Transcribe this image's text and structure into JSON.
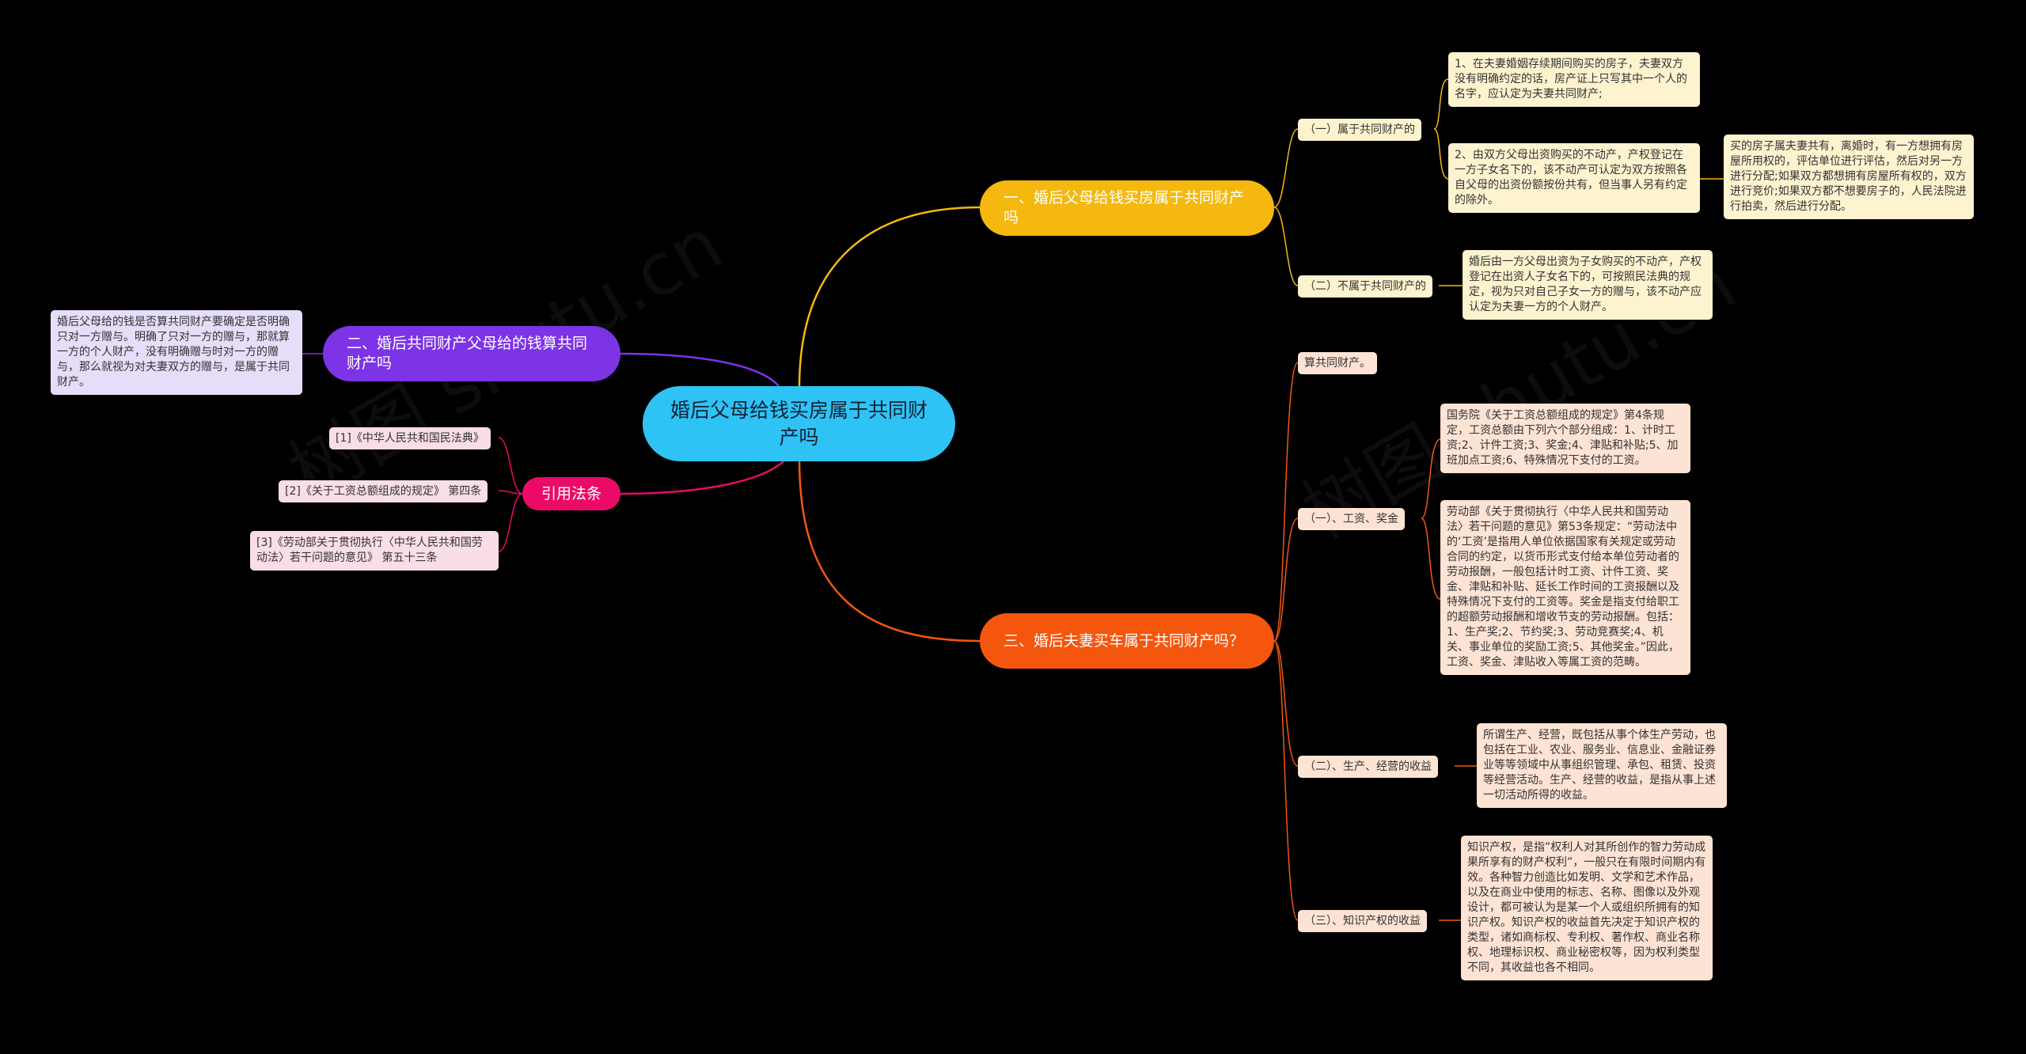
{
  "root": "婚后父母给钱买房属于共同财产吗",
  "branches": {
    "b1": {
      "title": "一、婚后父母给钱买房属于共同财产吗",
      "sub1": {
        "label": "（一）属于共同财产的",
        "item1": "1、在夫妻婚姻存续期间购买的房子，夫妻双方没有明确约定的话，房产证上只写其中一个人的名字，应认定为夫妻共同财产;",
        "item2": "2、由双方父母出资购买的不动产，产权登记在一方子女名下的，该不动产可认定为双方按照各自父母的出资份额按份共有，但当事人另有约定的除外。",
        "item2_note": "买的房子属夫妻共有，离婚时，有一方想拥有房屋所用权的，评估单位进行评估，然后对另一方进行分配;如果双方都想拥有房屋所有权的，双方进行竞价;如果双方都不想要房子的，人民法院进行拍卖，然后进行分配。"
      },
      "sub2": {
        "label": "（二）不属于共同财产的",
        "item1": "婚后由一方父母出资为子女购买的不动产，产权登记在出资人子女名下的，可按照民法典的规定，视为只对自己子女一方的赠与，该不动产应认定为夫妻一方的个人财产。"
      }
    },
    "b2": {
      "title": "二、婚后共同财产父母给的钱算共同财产吗",
      "item1": "婚后父母给的钱是否算共同财产要确定是否明确只对一方赠与。明确了只对一方的赠与，那就算一方的个人财产，没有明确赠与时对一方的赠与，那么就视为对夫妻双方的赠与，是属于共同财产。"
    },
    "b3": {
      "title": "三、婚后夫妻买车属于共同财产吗？",
      "top": "算共同财产。",
      "sub1": {
        "label": "（一）、工资、奖金",
        "item1": "国务院《关于工资总额组成的规定》第4条规定，工资总额由下列六个部分组成：1、计时工资;2、计件工资;3、奖金;4、津贴和补贴;5、加班加点工资;6、特殊情况下支付的工资。",
        "item2": "劳动部《关于贯彻执行〈中华人民共和国劳动法〉若干问题的意见》第53条规定：“劳动法中的‘工资’是指用人单位依据国家有关规定或劳动合同的约定，以货币形式支付给本单位劳动者的劳动报酬，一般包括计时工资、计件工资、奖金、津贴和补贴、延长工作时间的工资报酬以及特殊情况下支付的工资等。奖金是指支付给职工的超额劳动报酬和增收节支的劳动报酬。包括：1、生产奖;2、节约奖;3、劳动竞赛奖;4、机关、事业单位的奖励工资;5、其他奖金。”因此，工资、奖金、津贴收入等属工资的范畴。"
      },
      "sub2": {
        "label": "（二）、生产、经营的收益",
        "item1": "所谓生产、经营，既包括从事个体生产劳动，也包括在工业、农业、服务业、信息业、金融证券业等等领域中从事组织管理、承包、租赁、投资等经营活动。生产、经营的收益，是指从事上述一切活动所得的收益。"
      },
      "sub3": {
        "label": "（三）、知识产权的收益",
        "item1": "知识产权，是指”权利人对其所创作的智力劳动成果所享有的财产权利”，一般只在有限时间期内有效。各种智力创造比如发明、文学和艺术作品，以及在商业中使用的标志、名称、图像以及外观设计，都可被认为是某一个人或组织所拥有的知识产权。知识产权的收益首先决定于知识产权的类型，诸如商标权、专利权、著作权、商业名称权、地理标识权、商业秘密权等，因为权利类型不同，其收益也各不相同。"
      }
    },
    "b4": {
      "title": "引用法条",
      "items": [
        "[1]《中华人民共和国民法典》",
        "[2]《关于工资总额组成的规定》 第四条",
        "[3]《劳动部关于贯彻执行〈中华人民共和国劳动法〉若干问题的意见》 第五十三条"
      ]
    }
  },
  "colors": {
    "background": "#000000",
    "root": "#2fc2f5",
    "branch1": "#f5b80f",
    "branch2": "#7d33e6",
    "branch3": "#f4560e",
    "branch4": "#ea0b69"
  }
}
